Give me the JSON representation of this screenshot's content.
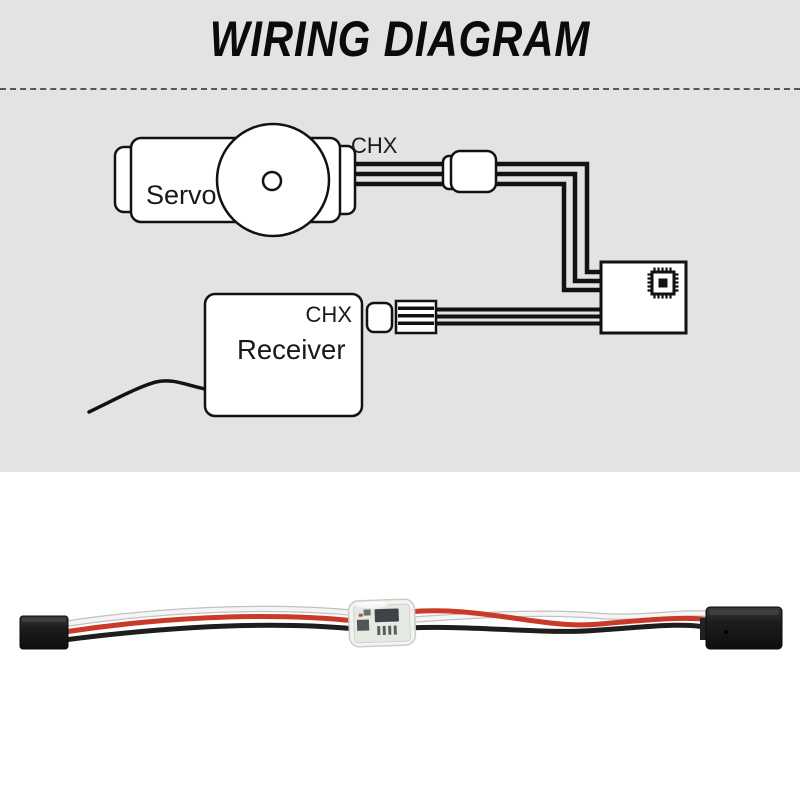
{
  "title": "WIRING DIAGRAM",
  "diagram": {
    "servo": {
      "label": "Servo",
      "channel": "CHX"
    },
    "receiver": {
      "label": "Receiver",
      "channel": "CHX"
    },
    "module": {
      "icon": "chip-icon"
    }
  },
  "colors": {
    "panel_bg": "#e3e3e3",
    "line": "#121212",
    "wire_red": "#c93a28",
    "wire_white": "#f5f5f5",
    "wire_black": "#1e1e1e",
    "connector_dark": "#1c1c1c",
    "pcb_green": "#e4eae2"
  }
}
